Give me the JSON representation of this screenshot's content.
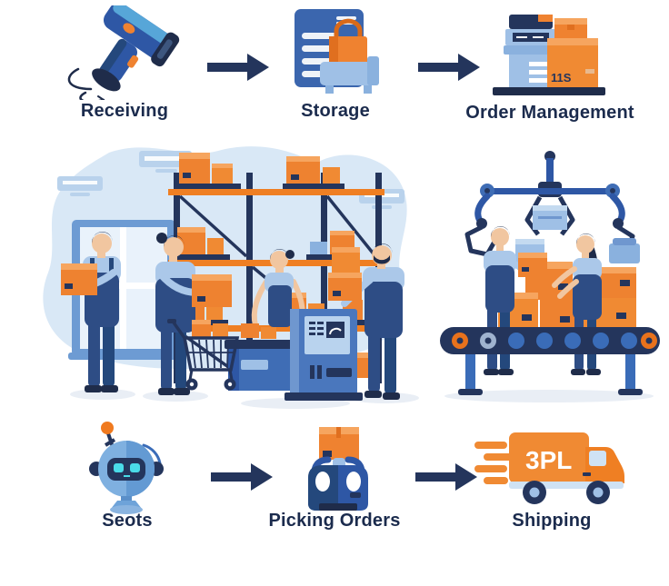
{
  "palette": {
    "navy": "#24355c",
    "deep_navy": "#1f2c4a",
    "blue": "#2e57a5",
    "mid_blue": "#3f6db5",
    "light_blue": "#abc8e9",
    "pale_blue": "#d9e8f6",
    "orange": "#ef8230",
    "light_orange": "#f6a55f",
    "label_text": "#1b2b4d"
  },
  "flow": {
    "top": {
      "steps": [
        {
          "label": "Receiving",
          "icon": "barcode-scanner-icon"
        },
        {
          "label": "Storage",
          "icon": "storage-rack-icon"
        },
        {
          "label": "Order Management",
          "icon": "parcel-stack-icon"
        }
      ]
    },
    "bottom": {
      "steps": [
        {
          "label": "Seots",
          "icon": "robot-icon"
        },
        {
          "label": "Picking Orders",
          "icon": "box-gripper-icon"
        },
        {
          "label": "Shipping",
          "icon": "delivery-truck-icon"
        }
      ]
    }
  },
  "texts": {
    "order_box_code": "11S",
    "truck_badge": "3PL"
  },
  "scenes": {
    "left": "warehouse-packing-team",
    "right": "robotic-arm-conveyor"
  }
}
